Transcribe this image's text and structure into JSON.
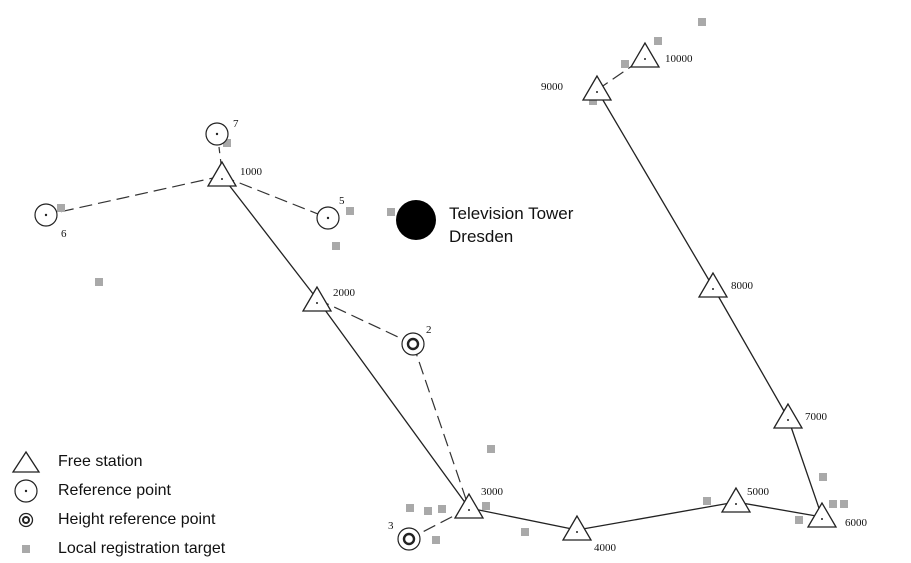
{
  "landmark": {
    "label_line1": "Television Tower",
    "label_line2": "Dresden"
  },
  "stations": [
    {
      "id": "1000",
      "label": "1000"
    },
    {
      "id": "2000",
      "label": "2000"
    },
    {
      "id": "3000",
      "label": "3000"
    },
    {
      "id": "4000",
      "label": "4000"
    },
    {
      "id": "5000",
      "label": "5000"
    },
    {
      "id": "6000",
      "label": "6000"
    },
    {
      "id": "7000",
      "label": "7000"
    },
    {
      "id": "8000",
      "label": "8000"
    },
    {
      "id": "9000",
      "label": "9000"
    },
    {
      "id": "10000",
      "label": "10000"
    }
  ],
  "reference_points": [
    {
      "id": "7",
      "label": "7"
    },
    {
      "id": "6",
      "label": "6"
    },
    {
      "id": "5",
      "label": "5"
    }
  ],
  "height_reference_points": [
    {
      "id": "2",
      "label": "2"
    },
    {
      "id": "3",
      "label": "3"
    }
  ],
  "legend": {
    "free_station": "Free station",
    "reference_point": "Reference point",
    "height_reference_point": "Height reference point",
    "local_registration_target": "Local registration target"
  }
}
